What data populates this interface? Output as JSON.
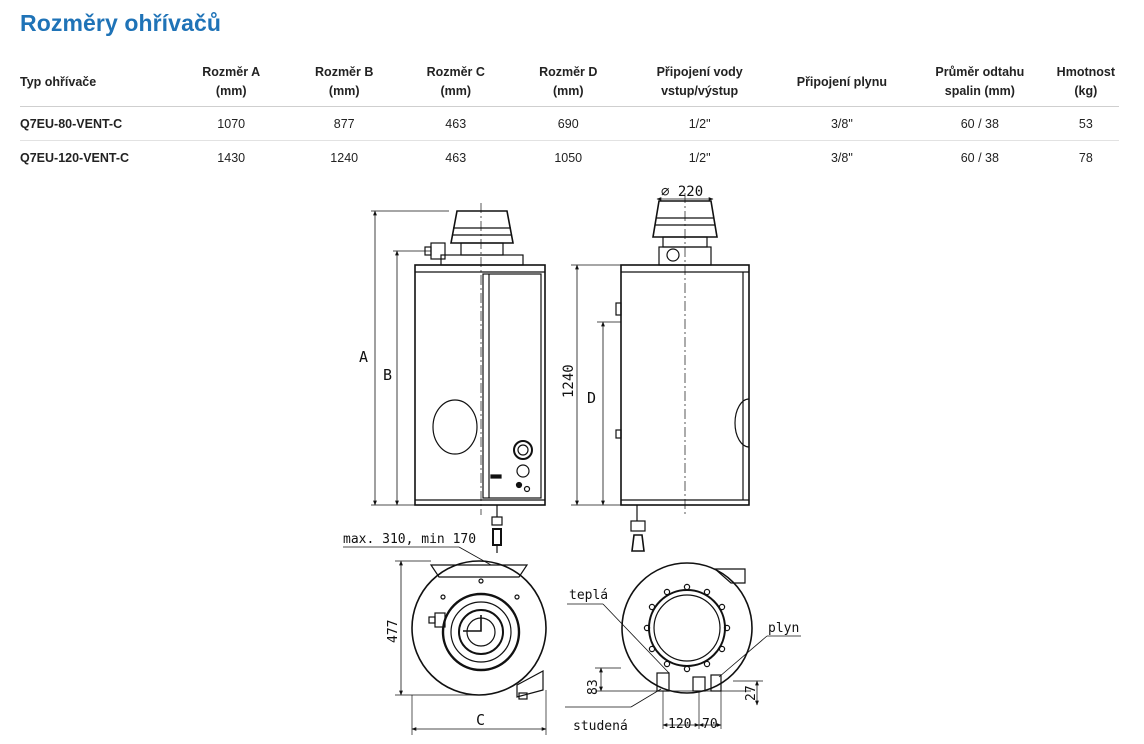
{
  "page": {
    "title": "Rozměry ohřívačů"
  },
  "table": {
    "headers": [
      [
        "Typ ohřívače"
      ],
      [
        "Rozměr A",
        "(mm)"
      ],
      [
        "Rozměr B",
        "(mm)"
      ],
      [
        "Rozměr C",
        "(mm)"
      ],
      [
        "Rozměr D",
        "(mm)"
      ],
      [
        "Připojení vody",
        "vstup/výstup"
      ],
      [
        "Připojení plynu"
      ],
      [
        "Průměr odtahu",
        "spalin (mm)"
      ],
      [
        "Hmotnost",
        "(kg)"
      ]
    ],
    "rows": [
      [
        "Q7EU-80-VENT-C",
        "1070",
        "877",
        "463",
        "690",
        "1/2\"",
        "3/8\"",
        "60 / 38",
        "53"
      ],
      [
        "Q7EU-120-VENT-C",
        "1430",
        "1240",
        "463",
        "1050",
        "1/2\"",
        "3/8\"",
        "60 / 38",
        "78"
      ]
    ]
  },
  "drawing": {
    "label_a": "A",
    "label_b": "B",
    "label_c": "C",
    "label_d": "D",
    "dim_diameter": "⌀ 220",
    "dim_1240": "1240",
    "dim_max_min": "max. 310, min 170",
    "dim_477": "477",
    "dim_83": "83",
    "dim_27": "27",
    "dim_120": "120",
    "dim_70": "70",
    "label_tepla": "teplá",
    "label_studena": "studená",
    "label_plyn": "plyn"
  }
}
